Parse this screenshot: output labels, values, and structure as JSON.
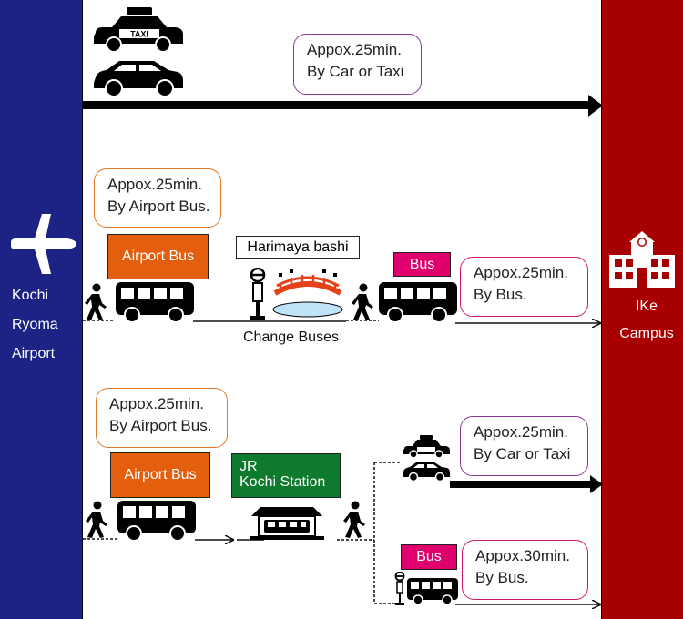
{
  "origin": {
    "lines": [
      "Kochi",
      "Ryoma",
      "Airport"
    ]
  },
  "destination": {
    "lines": [
      "IKe",
      "Campus"
    ]
  },
  "route1": {
    "time_line1": "Appox.25min.",
    "time_line2": "By Car or Taxi",
    "taxi_sign": "TAXI"
  },
  "route2": {
    "time1_line1": "Appox.25min.",
    "time1_line2": "By Airport Bus.",
    "bus1_label": "Airport Bus",
    "transfer_stop": "Harimaya bashi",
    "transfer_note": "Change Buses",
    "bus2_label": "Bus",
    "time2_line1": "Appox.25min.",
    "time2_line2": "By Bus."
  },
  "route3": {
    "time1_line1": "Appox.25min.",
    "time1_line2": "By Airport Bus.",
    "bus1_label": "Airport Bus",
    "station_line1": "JR",
    "station_line2": "Kochi Station",
    "branch_a_line1": "Appox.25min.",
    "branch_a_line2": "By Car or Taxi",
    "branch_b_label": "Bus",
    "branch_b_line1": "Appox.30min.",
    "branch_b_line2": "By Bus."
  },
  "colors": {
    "origin_bar": "#1c2384",
    "destination_bar": "#a80000",
    "airport_bus_tag": "#e35f0e",
    "bus_tag": "#e0006d",
    "station_tag": "#0e7a2e"
  },
  "icons": [
    "airplane-icon",
    "school-building-icon",
    "taxi-icon",
    "car-icon",
    "bus-icon",
    "walking-person-icon",
    "bus-stop-icon",
    "bridge-icon",
    "train-station-icon"
  ]
}
